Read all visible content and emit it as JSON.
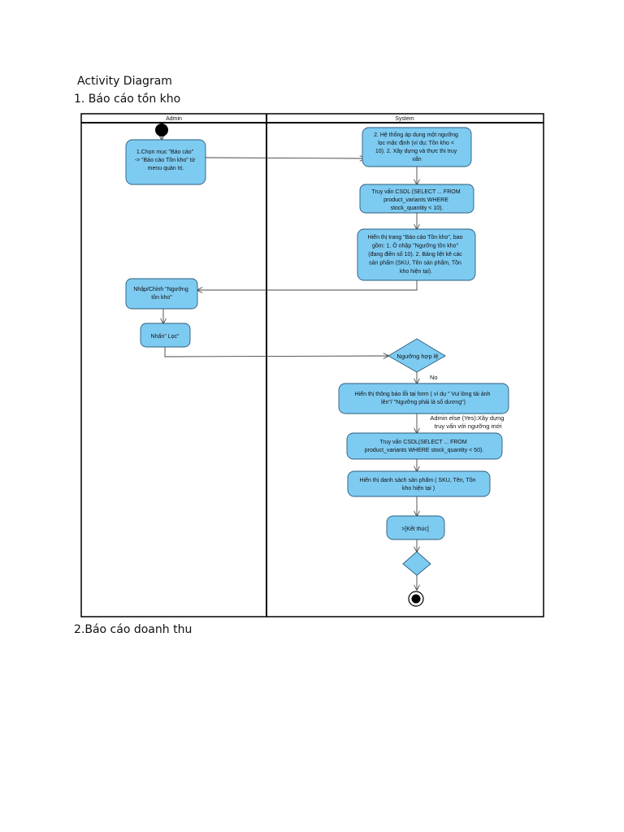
{
  "document": {
    "heading": "Activity Diagram",
    "section1_title": "1. Báo cáo tồn kho",
    "section2_title": "2.Báo cáo doanh thu"
  },
  "diagram": {
    "lanes": {
      "admin": "Admin",
      "system": "System"
    },
    "colors": {
      "fill": "#7ecbf2",
      "stroke": "#2a5c7a",
      "line": "#444444",
      "border": "#000000"
    },
    "nodes": {
      "admin_select_menu": [
        "1.Chọn mục \"Báo cáo\"",
        "-> \"Báo cáo Tồn kho\" từ",
        "menu quản trị."
      ],
      "system_apply_default": [
        "2. Hệ thống áp dụng một ngưỡng",
        "lọc mặc định (ví dụ: Tồn kho <",
        "10). 2. Xây dựng và thực thi truy",
        "vấn"
      ],
      "system_query_db": [
        "Truy vấn CSDL (SELECT ... FROM",
        "product_variants WHERE",
        "stock_quantity < 10)."
      ],
      "system_show_report": [
        "Hiển thị trang \"Báo cáo Tồn kho\", bao",
        "gồm: 1. Ô nhập \"Ngưỡng tồn kho\"",
        "(đang điền số 10). 2. Bảng liệt kê các",
        "sản phẩm (SKU, Tên sản phẩm, Tồn",
        "kho hiện tại)."
      ],
      "admin_enter_threshold": [
        "Nhập/Chỉnh \"Ngưỡng",
        "tồn kho\""
      ],
      "admin_press_filter": [
        "Nhấn\" Lọc\""
      ],
      "decision_valid": [
        "Ngưỡng hợp lệ"
      ],
      "system_show_error": [
        "Hiển thị thông báo lỗi tại form ( ví dụ \" Vui lòng tải ảnh",
        "lên\"/ \"Ngưỡng phải là số dương\")"
      ],
      "system_query_new": [
        "Truy vấn CSDL(SELECT ... FROM",
        "product_variants WHERE stock_quantity < 50)."
      ],
      "system_show_list": [
        "Hiển thị danh sách sản phẩm ( SKU, Tên, Tồn",
        "kho hiện tại )"
      ],
      "system_end": [
        ">[Kết thúc]"
      ]
    },
    "guards": {
      "no": [
        "No"
      ],
      "else_yes": [
        "Admin else (Yes):Xây dựng",
        "truy vấn với ngưỡng mới"
      ]
    }
  }
}
